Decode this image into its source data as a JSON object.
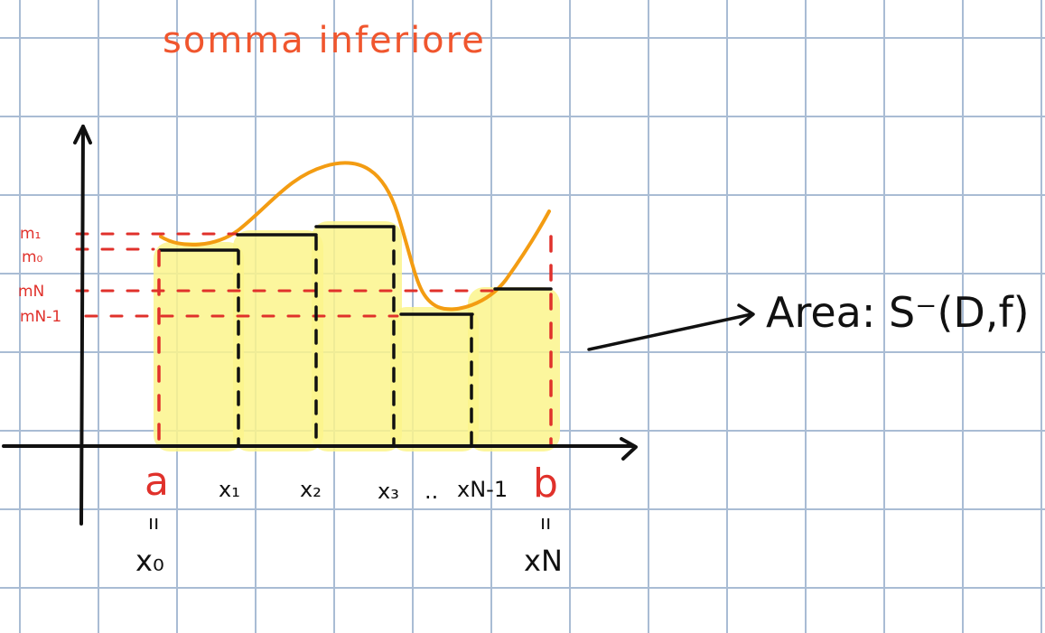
{
  "title": "somma inferiore",
  "colors": {
    "grid": "#a9bcd4",
    "highlight": "#fbf48c",
    "curve": "#f39c12",
    "red": "#e0312b",
    "title": "#f0562e",
    "ink": "#111111"
  },
  "y_labels": {
    "m1": "m₁",
    "m0": "m₀",
    "mN": "mN",
    "mN1": "mN-1"
  },
  "x_labels": {
    "a": "a",
    "x1": "x₁",
    "x2": "x₂",
    "x3": "x₃",
    "dots": "..",
    "xN1": "xN-1",
    "b": "b",
    "eq_a": "ıı",
    "x0": "x₀",
    "eq_b": "ıı",
    "xN": "xN"
  },
  "area_label": "Area: S⁻(D,f)"
}
